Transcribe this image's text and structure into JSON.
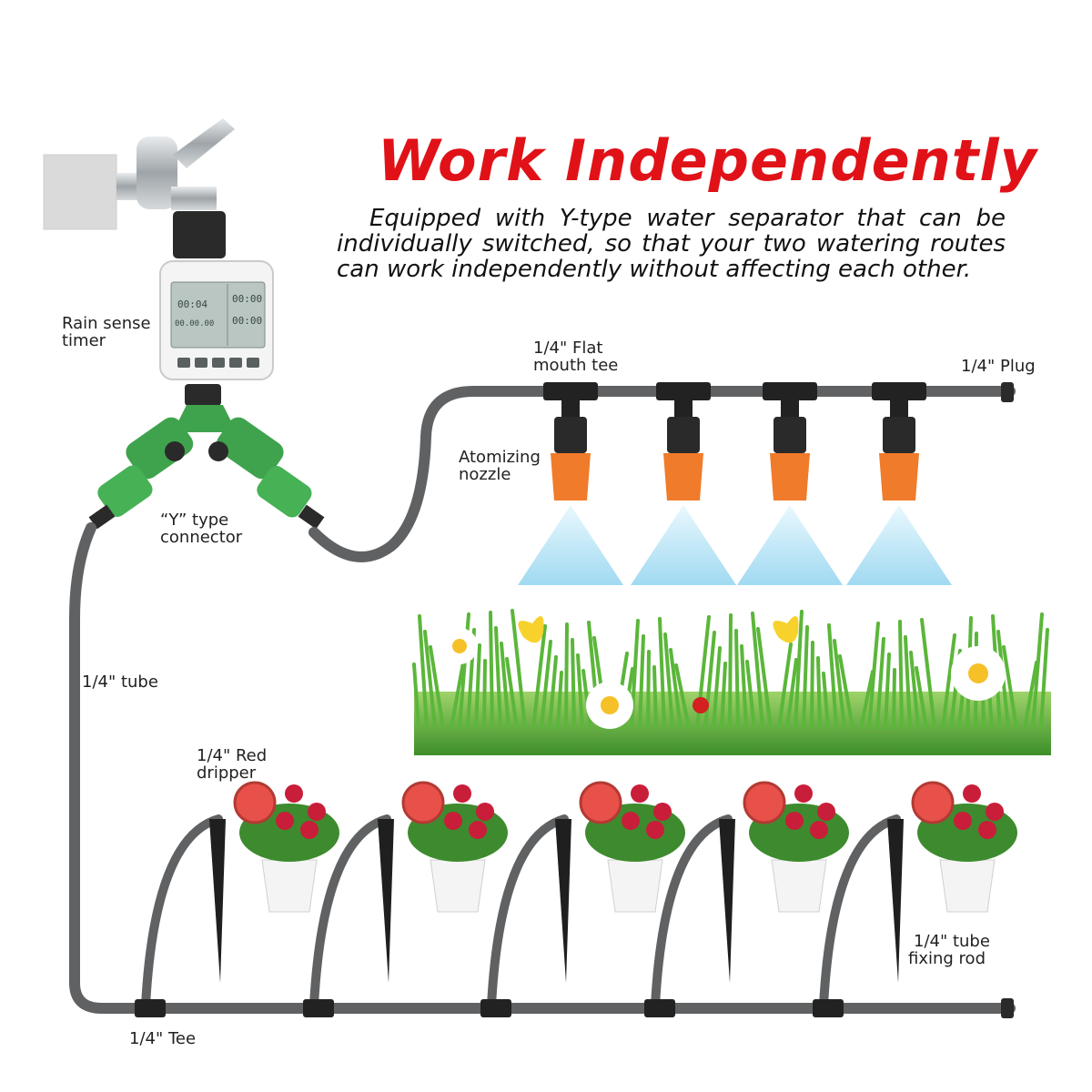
{
  "heading": "Work Independently",
  "description": "Equipped with Y-type water separator that can be individually switched, so that your two watering routes can work independently without affecting each other.",
  "labels": {
    "rain_timer": [
      "Rain sense",
      "timer"
    ],
    "y_connector": [
      "“Y”  type",
      "connector"
    ],
    "tube": "1/4\" tube",
    "flat_tee": [
      "1/4\" Flat",
      "mouth tee"
    ],
    "plug": "1/4\" Plug",
    "nozzle": [
      "Atomizing",
      "nozzle"
    ],
    "red_dripper": [
      "1/4\" Red",
      "dripper"
    ],
    "fixing_rod": [
      "1/4\" tube",
      "fixing rod"
    ],
    "tee": "1/4\" Tee"
  },
  "timer_display": {
    "top_left": "00:04",
    "top_right": "00:00",
    "mid_left": "00.00.00",
    "mid_right": "00:00"
  },
  "colors": {
    "title_red": "#e01218",
    "tube_gray": "#5f6163",
    "connector_green": "#3fa34d",
    "nozzle_orange": "#f07b2a",
    "dripper_red": "#e8504a",
    "mist_blue": "#a9dff2"
  }
}
